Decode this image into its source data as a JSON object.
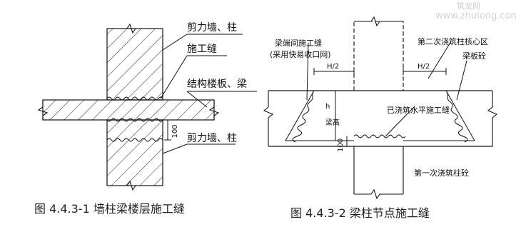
{
  "figure1": {
    "label_shear_wall_top": "剪力墙、柱",
    "label_construction_joint": "施工缝",
    "label_floor_beam": "结构楼板、梁",
    "label_shear_wall_bottom": "剪力墙、柱",
    "dim_label": "100",
    "caption": "图 4.4.3-1   墙柱梁楼层施工缝"
  },
  "figure2": {
    "label_beam_joint": "梁端间施工缝",
    "label_mesh": "(采用快易收口网)",
    "label_second_pour_core": "第二次浇筑柱核心区",
    "label_beam_side": "梁板砼",
    "label_horizontal_joint": "已浇筑水平施工缝",
    "label_h2_left": "H/2",
    "label_h2_right": "H/2",
    "label_beam_height": "梁高",
    "label_beam_h": "h",
    "dim_label": "100",
    "label_first_pour": "第一次浇筑柱砼",
    "caption": "图 4.4.3-2   梁柱节点施工缝"
  },
  "watermark": {
    "text_cn": "筑龙网",
    "text_en": "www.zhulong.com"
  }
}
